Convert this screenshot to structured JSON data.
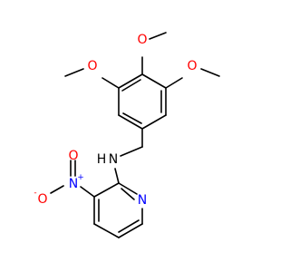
{
  "molecule": {
    "atoms": [
      {
        "element": "O",
        "label": "O",
        "color": "#ff0000"
      },
      {
        "element": "O",
        "label": "O",
        "color": "#ff0000"
      },
      {
        "element": "O",
        "label": "O",
        "color": "#ff0000"
      },
      {
        "element": "N",
        "label": "N",
        "color": "#000000"
      },
      {
        "element": "H",
        "label": "H",
        "color": "#000000"
      },
      {
        "element": "N",
        "label": "N",
        "charge": "+",
        "color": "#0000ff"
      },
      {
        "element": "O",
        "label": "O",
        "charge": "-",
        "color": "#ff0000"
      },
      {
        "element": "O",
        "label": "O",
        "color": "#ff0000"
      },
      {
        "element": "N",
        "label": "N",
        "color": "#0000ff"
      }
    ]
  }
}
